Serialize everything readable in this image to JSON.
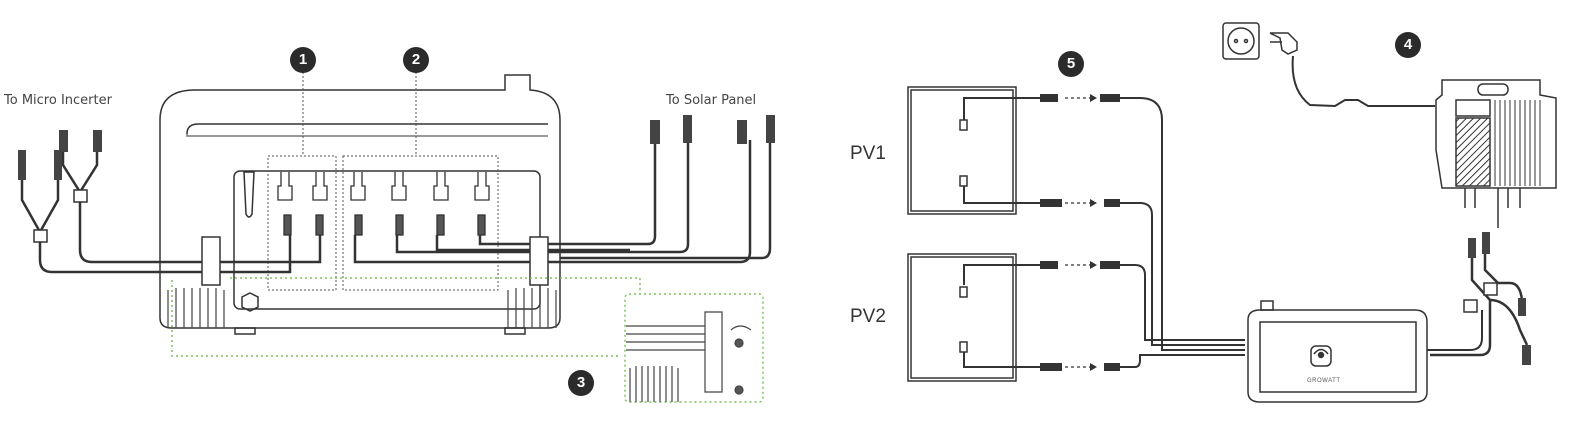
{
  "labels": {
    "micro_inverter": "To Micro Incerter",
    "solar_panel": "To Solar Panel",
    "pv1": "PV1",
    "pv2": "PV2",
    "brand": "GROWATT"
  },
  "steps": [
    "1",
    "2",
    "3",
    "4",
    "5"
  ],
  "colors": {
    "line": "#333333",
    "badge": "#2b2b2b",
    "guide_dashed": "#7cc45a",
    "brand_accent": "#7cc45a"
  }
}
